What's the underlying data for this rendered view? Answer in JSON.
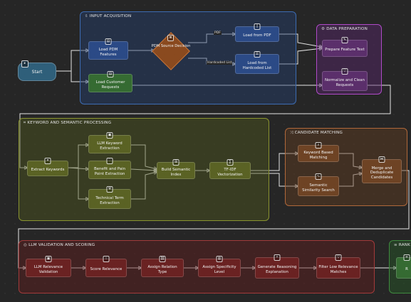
{
  "colors": {
    "input_group": "#3d6cb3",
    "prep_group": "#b04ac8",
    "keyword_group": "#8a9430",
    "matching_group": "#b0683a",
    "validation_group": "#a23a3a",
    "ranking_group": "#3f8a3f",
    "edge": "#e6e6e6"
  },
  "groups": {
    "input": "INPUT ACQUISITION",
    "prep": "DATA PREPARATION",
    "keyword": "KEYWORD AND SEMANTIC PROCESSING",
    "matching": "CANDIDATE MATCHING",
    "validation": "LLM VALIDATION AND SCORING",
    "ranking": "RANK"
  },
  "nodes": {
    "start": "Start",
    "load_pdm": "Load PDM Features",
    "load_requests": "Load Customer Requests",
    "decision": "PDM Source Decision",
    "load_pdf": "Load from PDF",
    "load_list": "Load from Hardcoded List",
    "prepare_text": "Prepare Feature Text",
    "normalize": "Normalize and Clean Requests",
    "extract_keywords": "Extract Keywords",
    "llm_keyword": "LLM Keyword Extraction",
    "benefit_pain": "Benefit and Pain Point Extraction",
    "technical_term": "Technical Term Extraction",
    "semantic_index": "Build Semantic Index",
    "tfidf": "TF-IDF Vectorization",
    "keyword_match": "Keyword Based Matching",
    "semantic_search": "Semantic Similarity Search",
    "merge": "Merge and Deduplicate Candidates",
    "llm_validation": "LLM Relevance Validation",
    "score": "Score Relevance",
    "relation_type": "Assign Relation Type",
    "specificity": "Assign Specificity Level",
    "reasoning": "Generate Reasoning Explanation",
    "filter": "Filter Low Relevance Matches",
    "rank_partial": "R"
  },
  "edge_labels": {
    "pdf": "PDF",
    "list": "Hardcoded List"
  },
  "icons": {
    "start": "play-icon",
    "load_pdm": "document-icon",
    "load_requests": "document-icon",
    "decision": "database-icon",
    "load_pdf": "file-icon",
    "load_list": "list-icon",
    "prepare_text": "edit-icon",
    "normalize": "filter-icon",
    "keyword": "tag-icon",
    "matching": "shuffle-icon",
    "validation": "target-icon"
  }
}
